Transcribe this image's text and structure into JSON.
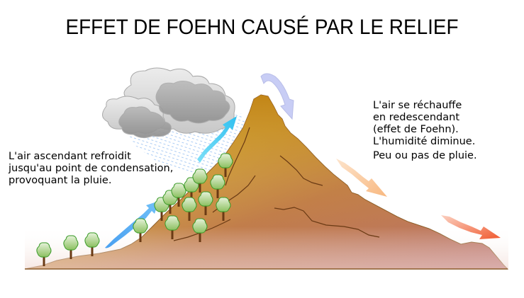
{
  "title": "EFFET DE FOEHN CAUSÉ PAR LE RELIEF",
  "left_caption": {
    "lines": [
      "L'air ascendant refroidit",
      "jusqu'au point de condensation,",
      "provoquant la pluie."
    ]
  },
  "right_caption": {
    "lines": [
      "L'air se réchauffe",
      "en redescendant",
      "(effet de Foehn).",
      "L'humidité diminue."
    ],
    "conclusion": "Peu ou pas de pluie."
  },
  "illustration": {
    "elements": [
      "mountain",
      "rain-cloud",
      "rain",
      "trees",
      "ascending-air-arrows",
      "descending-air-arrows"
    ],
    "colors": {
      "mountain_peak": "#c08418",
      "mountain_windward": "#e2c24a",
      "mountain_leeward": "#b87070",
      "ascending_arrow": "#44c8f0",
      "ascending_arrow_low": "#4aa8f0",
      "summit_arrow": "#c8cdf5",
      "descending_arrow_mid": "#f8c8a0",
      "descending_arrow_low": "#f06a40",
      "tree_foliage": "#9cc86a",
      "tree_trunk": "#6a3a14",
      "cloud_light": "#d8d8d8",
      "cloud_dark": "#909090",
      "rain": "#8ab8f0"
    }
  }
}
